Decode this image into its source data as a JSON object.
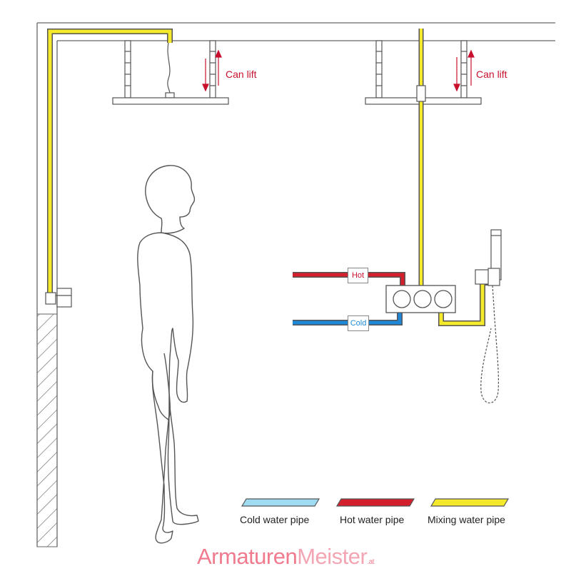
{
  "colors": {
    "cold": "#9fdcf2",
    "hot": "#d41f2c",
    "mix": "#f5e92b",
    "outline": "#555555",
    "label_red": "#c8102e"
  },
  "labels": {
    "can_lift_left": "Can lift",
    "can_lift_right": "Can lift",
    "hot_tag": "Hot",
    "cold_tag": "Cold"
  },
  "legend": {
    "items": [
      {
        "label": "Cold water pipe",
        "color": "#9fdcf2"
      },
      {
        "label": "Hot water pipe",
        "color": "#d41f2c"
      },
      {
        "label": "Mixing water pipe",
        "color": "#f5e92b"
      }
    ]
  },
  "brand": {
    "part1": "Armaturen",
    "part2": "Meister",
    "part3": ".at"
  }
}
